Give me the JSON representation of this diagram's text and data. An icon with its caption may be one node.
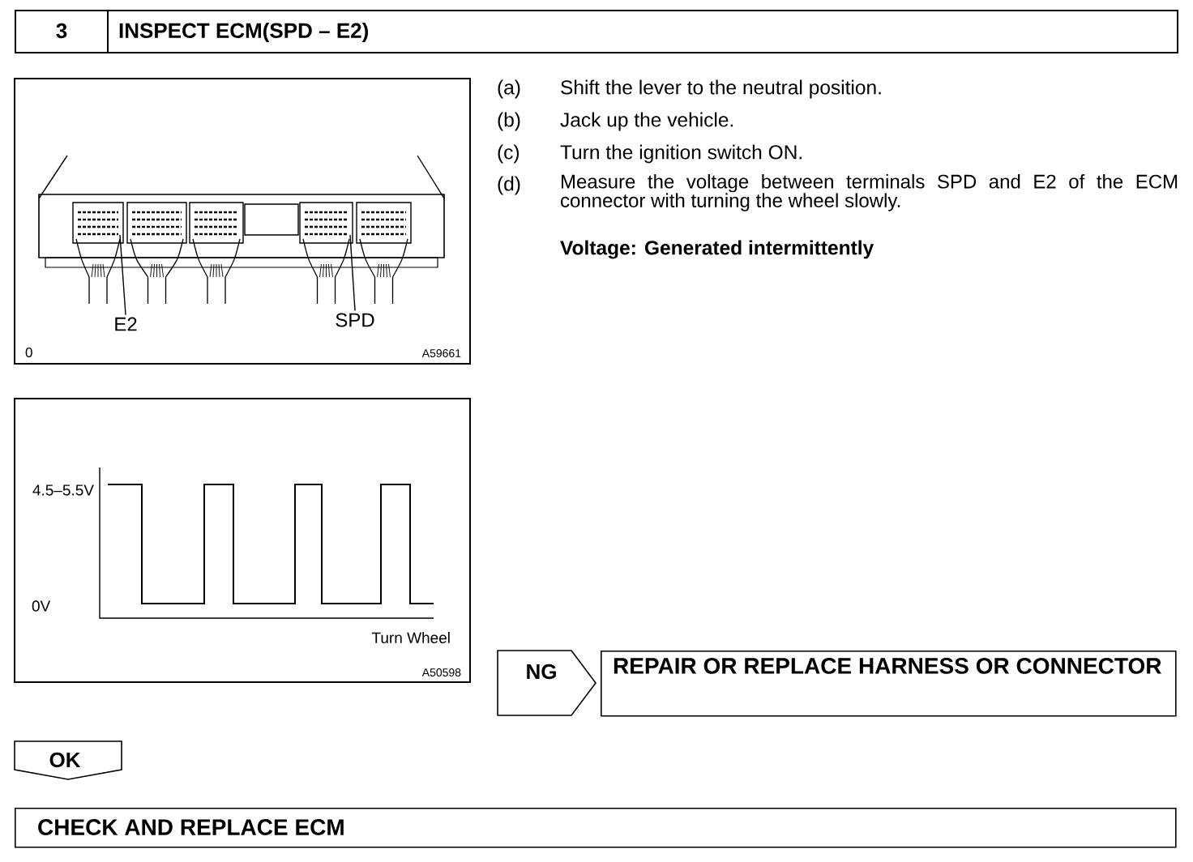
{
  "diagram": {
    "nodes": [
      {
        "text": [
          "3",
          "INSPECT ECM(SPD – E2)"
        ]
      },
      {
        "text": [
          "E2"
        ]
      },
      {
        "text": [
          "SPD"
        ]
      },
      {
        "text": [
          "NG"
        ]
      },
      {
        "text": [
          "REPAIR OR REPLACE HARNESS OR CONNECTOR"
        ]
      },
      {
        "text": [
          "OK"
        ]
      },
      {
        "text": [
          "CHECK AND REPLACE ECM"
        ]
      }
    ],
    "edges": [
      {
        "from": 1,
        "to": null,
        "arrow": "none"
      },
      {
        "from": 2,
        "to": null,
        "arrow": "none"
      }
    ],
    "labels": [
      "(a)",
      "Shift the lever to the neutral position.",
      "(b)",
      "Jack up the vehicle.",
      "(c)",
      "Turn the ignition switch ON.",
      "(d)",
      "Measure the voltage between terminals SPD and E2 of the ECM connector with turning the wheel slowly.",
      "Voltage: Generated intermittently",
      "0",
      "A59661",
      "4.5–5.5V",
      "0V",
      "Turn Wheel",
      "A50598"
    ]
  }
}
